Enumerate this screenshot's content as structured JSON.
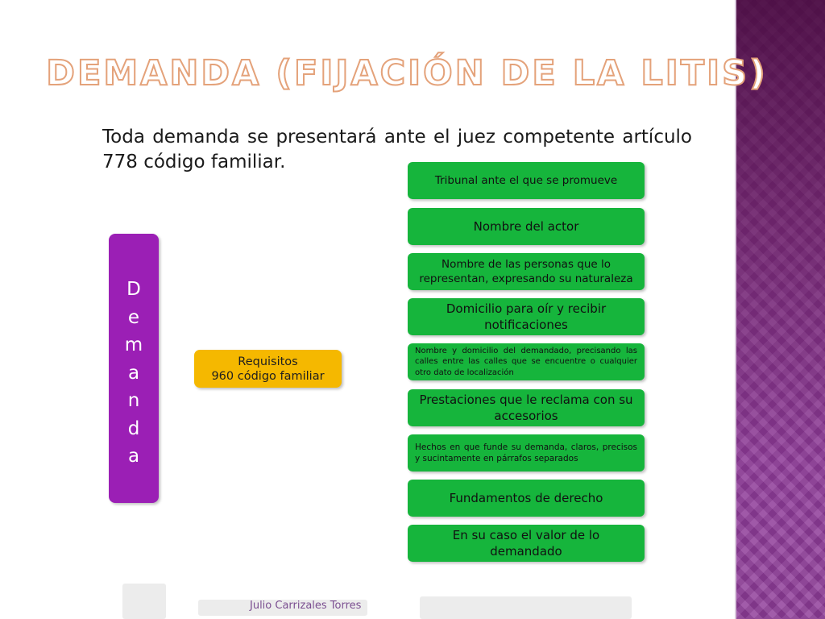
{
  "slide": {
    "title": "Demanda (fijación de la litis)",
    "intro": "Toda demanda se presentará ante el juez competente artículo 778 código familiar.",
    "footer": "Julio Carrizales Torres"
  },
  "diagram": {
    "root_letters": [
      "D",
      "e",
      "m",
      "a",
      "n",
      "d",
      "a"
    ],
    "requisitos": {
      "line1": "Requisitos",
      "line2": "960 código familiar"
    },
    "items": [
      "Tribunal ante el que se promueve",
      "Nombre del actor",
      "Nombre de las personas que lo representan, expresando su naturaleza",
      "Domicilio para oír y recibir notificaciones",
      "Nombre y domicilio del demandado, precisando las calles entre las calles que se encuentre o cualquier otro dato de localización",
      "Prestaciones que le reclama con su accesorios",
      "Hechos en que funde su demanda, claros, precisos y sucintamente en párrafos separados",
      "Fundamentos de derecho",
      "En su caso el valor de lo demandado"
    ]
  },
  "colors": {
    "root_box": "#9b1fb5",
    "requisitos_box": "#f5b800",
    "item_box": "#16b53c",
    "side_panel": "#8e3c98",
    "title_outline": "#e4a27a"
  }
}
